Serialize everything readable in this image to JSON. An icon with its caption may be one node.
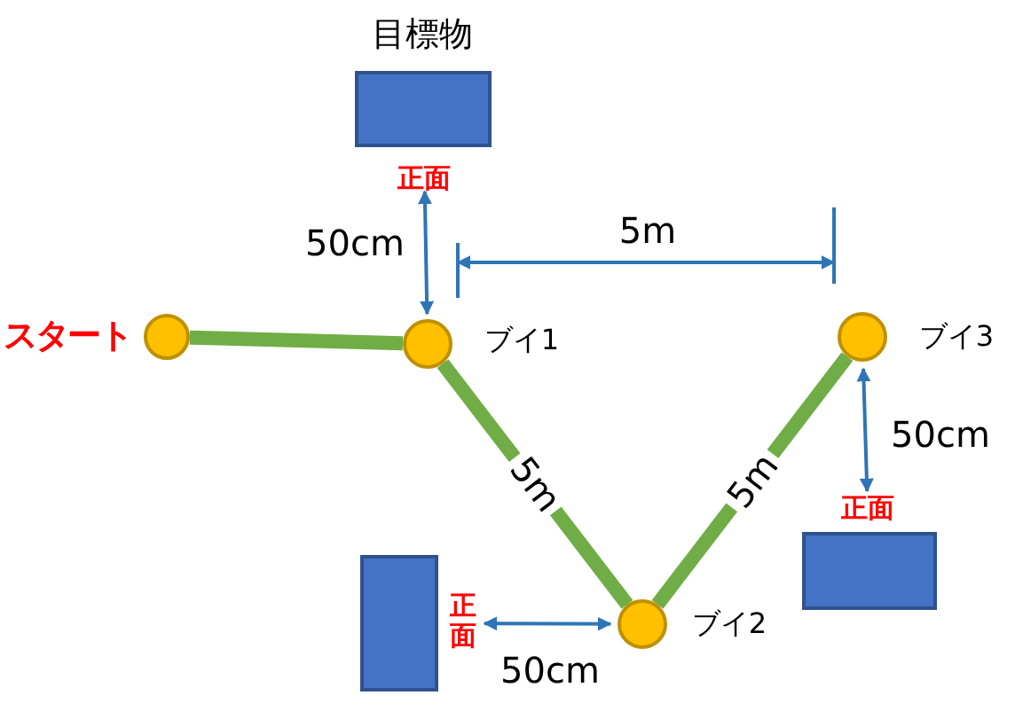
{
  "diagram": {
    "nodes": [
      {
        "text": [
          "目標物"
        ],
        "beside": [
          "正面"
        ]
      },
      {
        "text": [],
        "shape": "circle",
        "beside": [
          "スタート"
        ]
      },
      {
        "text": [],
        "shape": "circle",
        "beside": [
          "ブイ1"
        ]
      },
      {
        "text": [],
        "shape": "circle",
        "beside": [
          "ブイ3"
        ]
      },
      {
        "text": [],
        "shape": "box",
        "beside": [
          "正面"
        ]
      },
      {
        "text": [],
        "shape": "box",
        "beside": [
          "正面"
        ]
      },
      {
        "text": [],
        "shape": "circle",
        "beside": [
          "ブイ2"
        ]
      }
    ],
    "edges": [
      {
        "from": 1,
        "to": 2,
        "arrow": "none",
        "style": "thick"
      },
      {
        "from": 2,
        "to": 6,
        "arrow": "none",
        "style": "thick",
        "label": "5m"
      },
      {
        "from": 6,
        "to": 3,
        "arrow": "none",
        "style": "thick",
        "label": "5m"
      },
      {
        "from": 0,
        "to": 2,
        "arrow": "both",
        "color": "#2e75b6",
        "label": "50cm"
      },
      {
        "from": 3,
        "to": 4,
        "arrow": "both",
        "color": "#2e75b6",
        "label": "50cm"
      },
      {
        "from": 5,
        "to": 6,
        "arrow": "both",
        "color": "#2e75b6",
        "label": "50cm"
      }
    ],
    "labels": [
      "5m"
    ]
  }
}
